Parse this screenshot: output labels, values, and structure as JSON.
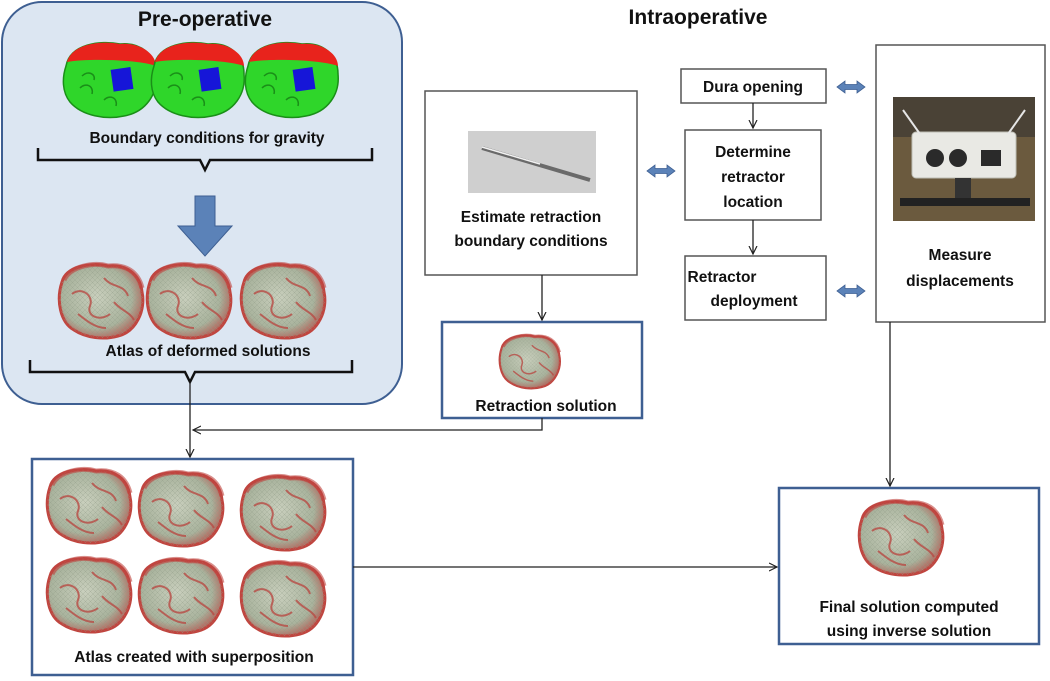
{
  "sections": {
    "preop": "Pre-operative",
    "intraop": "Intraoperative"
  },
  "preop": {
    "gravity_label": "Boundary conditions for gravity",
    "atlas_label": "Atlas of deformed solutions"
  },
  "retraction": {
    "estimate_line1": "Estimate retraction",
    "estimate_line2": "boundary conditions",
    "solution_label": "Retraction solution"
  },
  "steps": {
    "dura": "Dura opening",
    "determine_line1": "Determine",
    "determine_line2": "retractor",
    "determine_line3": "location",
    "deploy_line1": "Retractor",
    "deploy_line2": "deployment"
  },
  "measure": {
    "line1": "Measure",
    "line2": "displacements"
  },
  "superposition": {
    "label": "Atlas created with superposition"
  },
  "final": {
    "line1": "Final solution computed",
    "line2": "using inverse solution"
  },
  "colors": {
    "preop_fill": "#dce6f2",
    "box_border": "#3e5f92",
    "double_arrow": "#5b82b8",
    "brain_red": "#c0453f",
    "brain_mesh": "#a9b39d",
    "gravity_green": "#2fd62a",
    "gravity_red": "#e8231c",
    "gravity_blue": "#1616d8"
  }
}
